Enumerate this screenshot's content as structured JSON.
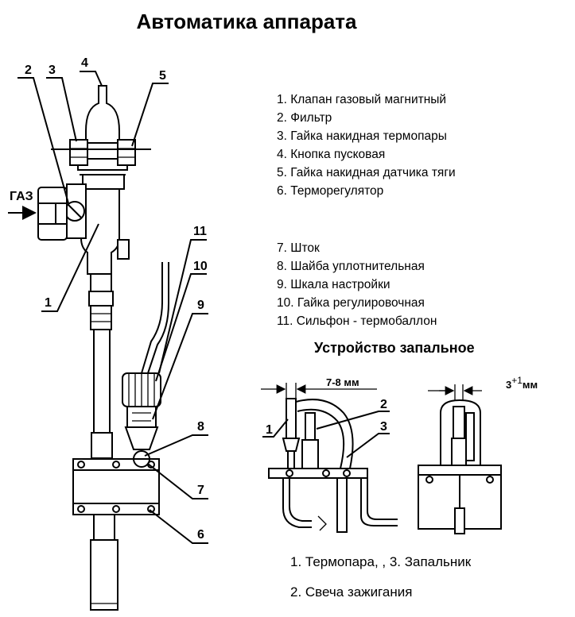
{
  "title": "Автоматика аппарата",
  "legend_main": [
    "1. Клапан газовый магнитный",
    "2. Фильтр",
    "3. Гайка накидная термопары",
    "4. Кнопка пусковая",
    "5. Гайка накидная датчика тяги",
    "6. Терморегулятор"
  ],
  "legend_secondary": [
    "7. Шток",
    "8. Шайба уплотнительная",
    "9. Шкала настройки",
    "10. Гайка регулировочная",
    "11. Сильфон - термобаллон"
  ],
  "subtitle": "Устройство запальное",
  "captions": [
    "1. Термопара,  , 3. Запальник",
    "2. Свеча зажигания"
  ],
  "gas_label": "ГАЗ",
  "callouts": {
    "n1": "1",
    "n2": "2",
    "n3": "3",
    "n4": "4",
    "n5": "5",
    "n6": "6",
    "n7": "7",
    "n8": "8",
    "n9": "9",
    "n10": "10",
    "n11": "11"
  },
  "igniter_callouts": {
    "n1": "1",
    "n2": "2",
    "n3": "3"
  },
  "dimensions": {
    "gap_left": "7-8 мм",
    "gap_right_base": "3",
    "gap_right_sup": "+1",
    "gap_right_unit": "мм"
  }
}
